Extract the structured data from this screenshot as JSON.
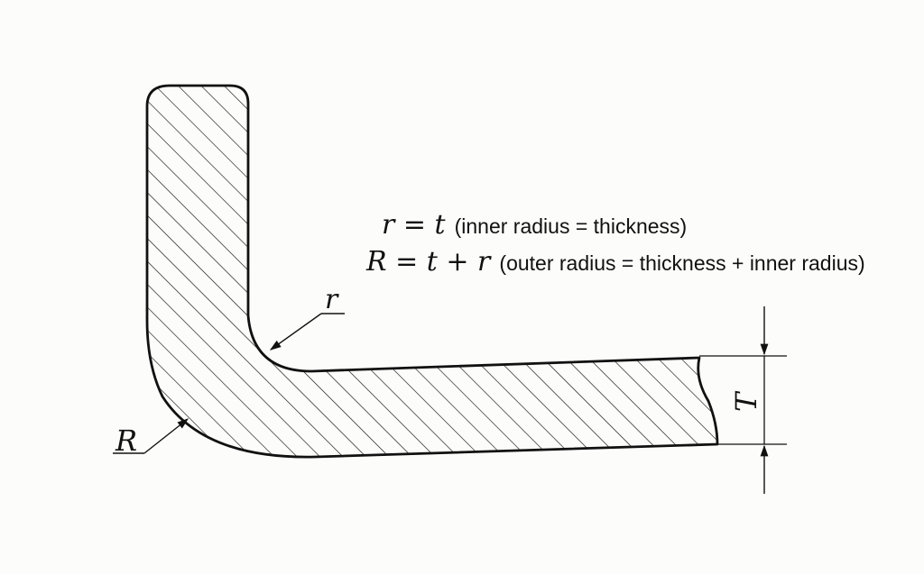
{
  "formulas": {
    "inner": {
      "symbolic": "r = t",
      "description": "(inner radius = thickness)"
    },
    "outer": {
      "symbolic": "R = t + r",
      "description": "(outer radius = thickness + inner radius)"
    }
  },
  "labels": {
    "inner_radius": "r",
    "outer_radius": "R",
    "thickness": "T"
  },
  "colors": {
    "stroke": "#111111",
    "background": "#fcfcfb"
  }
}
